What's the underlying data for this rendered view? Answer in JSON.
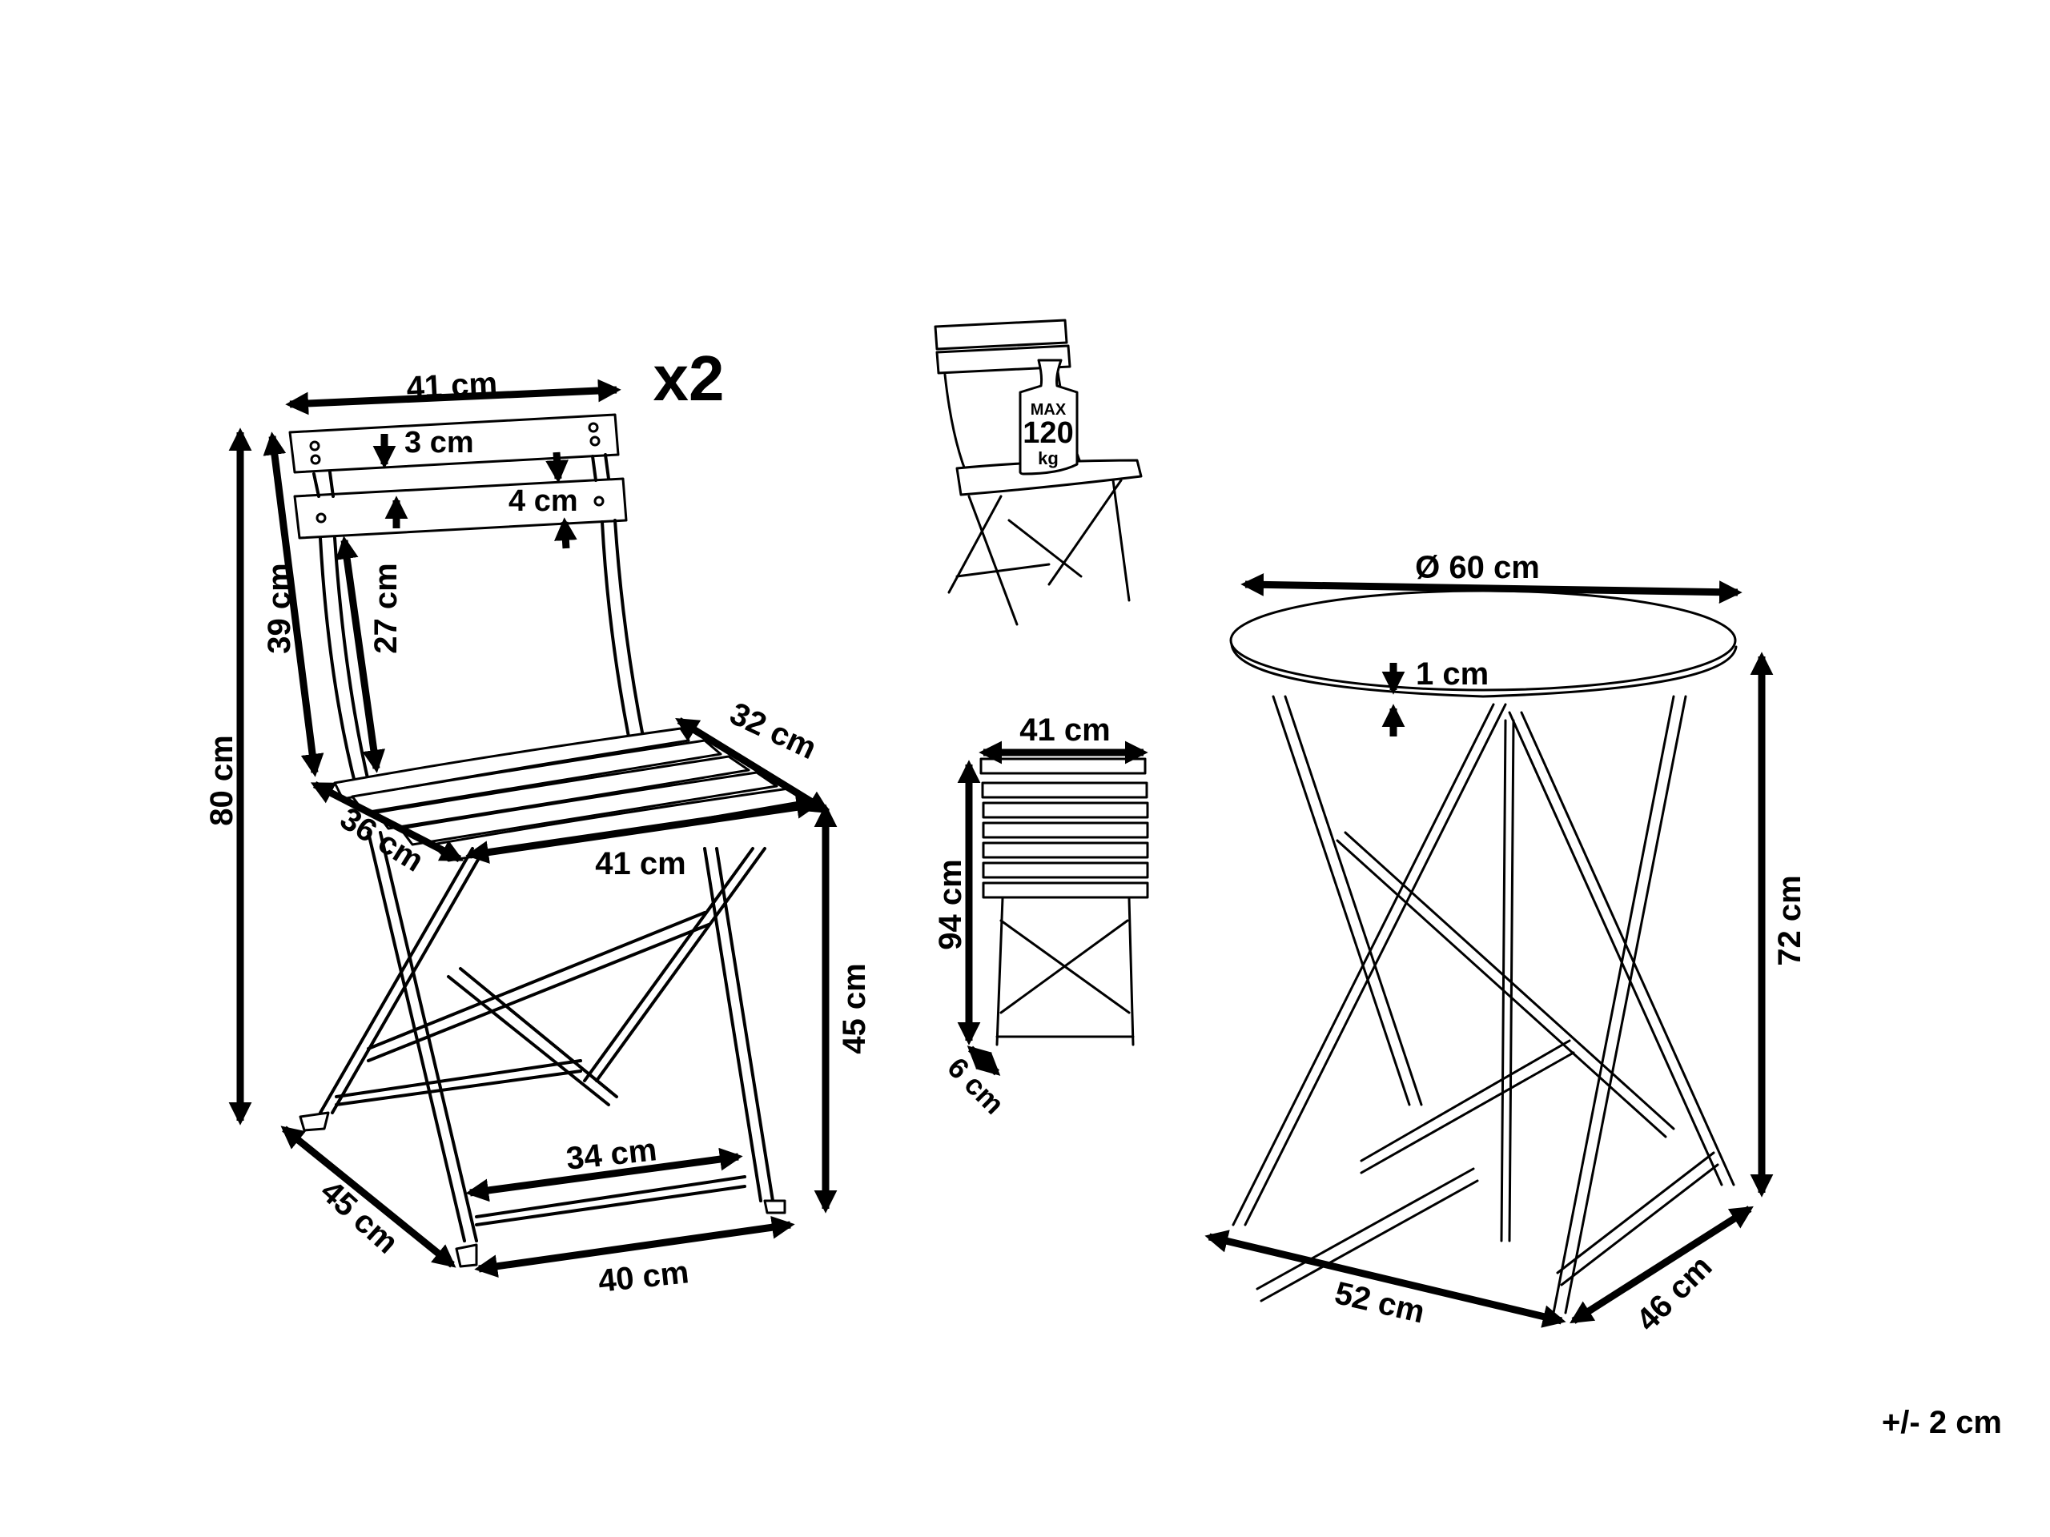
{
  "diagram": {
    "type": "product dimension drawing",
    "subject": "folding bistro set: 2 chairs and round table",
    "colors": {
      "background": "#ffffff",
      "ink": "#000000"
    },
    "quantity_label": "x2",
    "tolerance": "+/- 2 cm",
    "chair": {
      "back_width": "41 cm",
      "top_slat_height": "3 cm",
      "slat_gap": "4 cm",
      "back_height": "39 cm",
      "back_opening_height": "27 cm",
      "total_height": "80 cm",
      "seat_depth_side": "32 cm",
      "seat_depth": "36 cm",
      "seat_width": "41 cm",
      "seat_height": "45 cm",
      "footrest_width": "34 cm",
      "base_depth": "45 cm",
      "base_width": "40 cm"
    },
    "load_badge": {
      "line1": "MAX",
      "line2": "120",
      "line3": "kg"
    },
    "folded_chair": {
      "width": "41 cm",
      "height": "94 cm",
      "thickness": "6 cm"
    },
    "table": {
      "diameter": "Ø 60 cm",
      "top_thickness": "1 cm",
      "height": "72 cm",
      "base_width": "52 cm",
      "base_depth": "46 cm"
    }
  }
}
